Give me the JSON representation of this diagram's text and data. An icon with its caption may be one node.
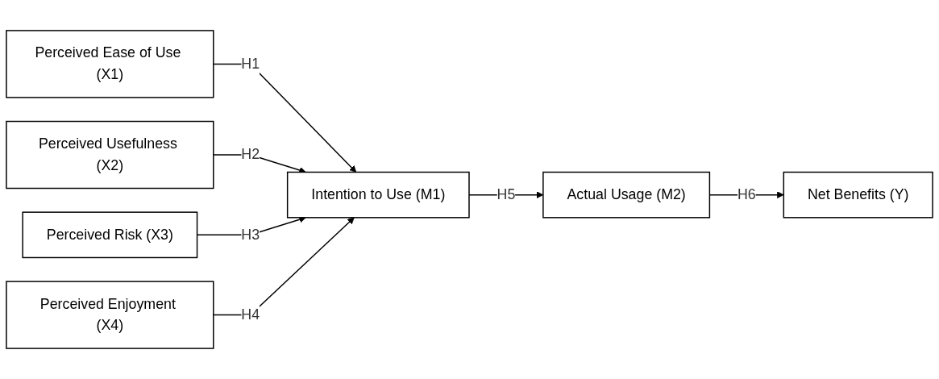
{
  "diagram": {
    "nodes": [
      {
        "text": [
          "Perceived Ease of Use (X1)"
        ]
      },
      {
        "text": [
          "Perceived Usefulness (X2)"
        ]
      },
      {
        "text": [
          "Perceived Risk (X3)"
        ]
      },
      {
        "text": [
          "Perceived Enjoyment (X4)"
        ]
      },
      {
        "text": [
          "Intention to Use (M1)"
        ]
      },
      {
        "text": [
          "Actual Usage (M2)"
        ]
      },
      {
        "text": [
          "Net Benefits (Y)"
        ]
      }
    ],
    "edges": [
      {
        "from": 0,
        "to": 4,
        "arrow": "to",
        "label": "H1"
      },
      {
        "from": 1,
        "to": 4,
        "arrow": "to",
        "label": "H2"
      },
      {
        "from": 2,
        "to": 4,
        "arrow": "to",
        "label": "H3"
      },
      {
        "from": 3,
        "to": 4,
        "arrow": "to",
        "label": "H4"
      },
      {
        "from": 4,
        "to": 5,
        "arrow": "to",
        "label": "H5"
      },
      {
        "from": 5,
        "to": 6,
        "arrow": "to",
        "label": "H6"
      }
    ]
  }
}
